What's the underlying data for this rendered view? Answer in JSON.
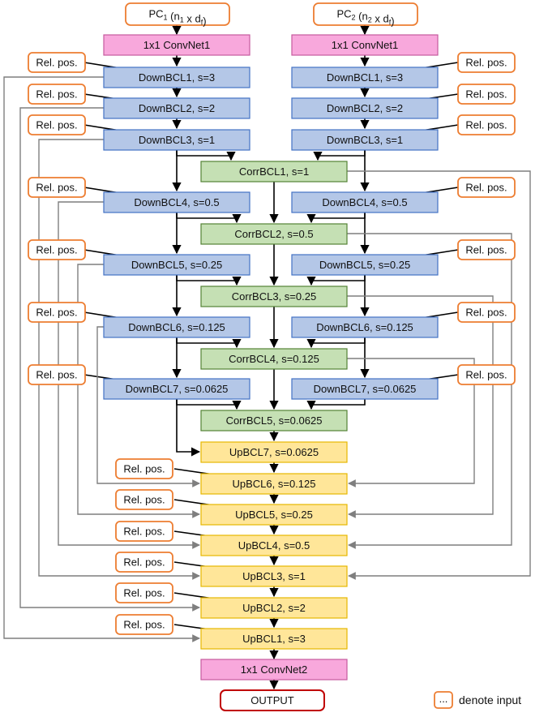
{
  "colors": {
    "input_border": "#ED7D31",
    "output_border": "#C00000",
    "conv_fill": "#F8A8DC",
    "conv_border": "#C55A9E",
    "down_fill": "#B4C7E7",
    "down_border": "#4472C4",
    "corr_fill": "#C5E0B4",
    "corr_border": "#548235",
    "up_fill": "#FFE699",
    "up_border": "#E6B800",
    "arrow_black": "#000000",
    "arrow_gray": "#7F7F7F"
  },
  "inputs": {
    "pc1": {
      "base": "PC",
      "sub": "1",
      "mid": " (n",
      "sub2": "1",
      "tail": " x d",
      "sub3": "f",
      "end": ")"
    },
    "pc2": {
      "base": "PC",
      "sub": "2",
      "mid": " (n",
      "sub2": "2",
      "tail": " x d",
      "sub3": "f",
      "end": ")"
    }
  },
  "rel_pos_label": "Rel. pos.",
  "left_branch": {
    "conv": "1x1 ConvNet1",
    "down": [
      "DownBCL1, s=3",
      "DownBCL2, s=2",
      "DownBCL3, s=1",
      "DownBCL4, s=0.5",
      "DownBCL5, s=0.25",
      "DownBCL6, s=0.125",
      "DownBCL7, s=0.0625"
    ]
  },
  "right_branch": {
    "conv": "1x1 ConvNet1",
    "down": [
      "DownBCL1, s=3",
      "DownBCL2, s=2",
      "DownBCL3, s=1",
      "DownBCL4, s=0.5",
      "DownBCL5, s=0.25",
      "DownBCL6, s=0.125",
      "DownBCL7, s=0.0625"
    ]
  },
  "corr": [
    "CorrBCL1, s=1",
    "CorrBCL2, s=0.5",
    "CorrBCL3, s=0.25",
    "CorrBCL4, s=0.125",
    "CorrBCL5, s=0.0625"
  ],
  "up": [
    "UpBCL7, s=0.0625",
    "UpBCL6, s=0.125",
    "UpBCL5, s=0.25",
    "UpBCL4, s=0.5",
    "UpBCL3, s=1",
    "UpBCL2, s=2",
    "UpBCL1, s=3"
  ],
  "final_conv": "1x1 ConvNet2",
  "output": "OUTPUT",
  "legend": {
    "symbol": "...",
    "text": "denote input"
  }
}
